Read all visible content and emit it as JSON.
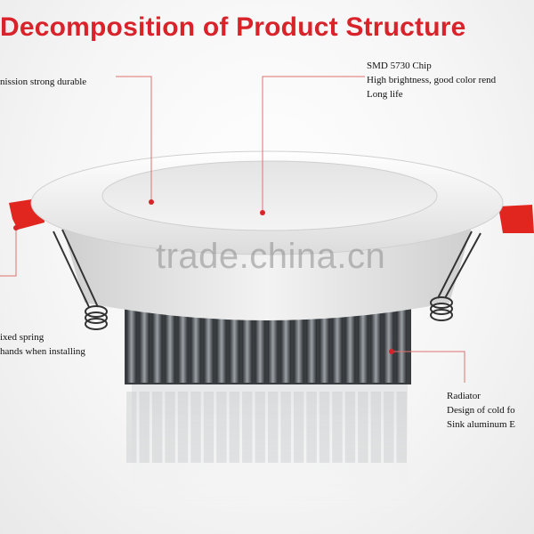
{
  "title": "Decomposition of Product Structure",
  "annotations": {
    "top_left": [
      "nission strong durable"
    ],
    "top_right": [
      "SMD 5730 Chip",
      "High brightness, good color rend",
      "Long life"
    ],
    "bottom_left": [
      "ixed spring",
      "hands when installing"
    ],
    "bottom_right": [
      "Radiator",
      "Design of cold fo",
      "Sink aluminum E"
    ]
  },
  "watermark": "trade.china.cn",
  "colors": {
    "accent": "#d9232a",
    "leader_line": "#e07070"
  }
}
